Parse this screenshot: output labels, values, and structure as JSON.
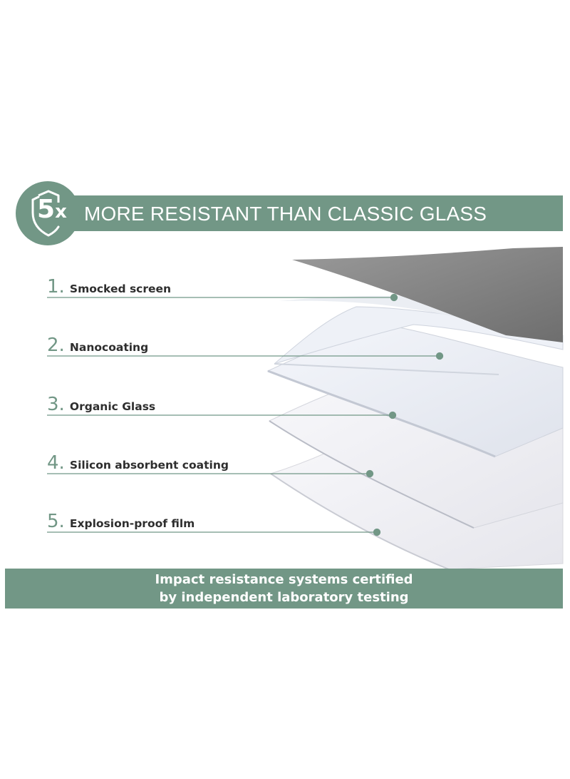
{
  "header": {
    "badge_number": "5",
    "badge_suffix": "x",
    "title": "MORE RESISTANT THAN CLASSIC GLASS"
  },
  "layers": [
    {
      "number": "1.",
      "label": "Smocked screen"
    },
    {
      "number": "2.",
      "label": "Nanocoating"
    },
    {
      "number": "3.",
      "label": "Organic Glass"
    },
    {
      "number": "4.",
      "label": "Silicon absorbent coating"
    },
    {
      "number": "5.",
      "label": "Explosion-proof film"
    }
  ],
  "footer": {
    "line1": "Impact resistance systems certified",
    "line2": "by independent laboratory testing"
  },
  "colors": {
    "accent": "#729786",
    "text": "#2e2e2e",
    "screen": "#8f8f8f"
  },
  "icons": [
    "shield-icon"
  ]
}
